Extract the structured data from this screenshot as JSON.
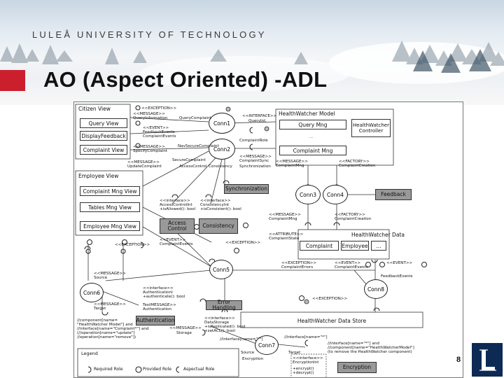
{
  "slide": {
    "university": "LULEÅ UNIVERSITY OF TECHNOLOGY",
    "title": "AO (Aspect Oriented) -ADL",
    "page_number": "8"
  },
  "colors": {
    "accent_red": "#cc1f2e",
    "logo_navy": "#0c2a53",
    "component_gray": "#999999"
  },
  "diagram": {
    "citizen_view": {
      "title": "Citizen View",
      "items": [
        "Query View",
        "DisplayFeedback",
        "Complaint View"
      ]
    },
    "employee_view": {
      "title": "Employee View",
      "items": [
        "Complaint Mng View",
        "Tables Mng View",
        "Employee Mng View"
      ]
    },
    "healthwatcher_model": {
      "title": "HealthWatcher Model",
      "controller": "HealthWatcher Controller",
      "items": [
        "Query Mng",
        "...",
        "Complaint Mng"
      ]
    },
    "healthwatcher_data": {
      "title": "HealthWatcher Data",
      "items": [
        "Complaint",
        "Employee",
        "..."
      ]
    },
    "data_store": "HealthWatcher Data Store",
    "connectors": [
      "Conn1",
      "Conn2",
      "Conn3",
      "Conn4",
      "Conn5",
      "Conn6",
      "Conn7",
      "Conn8"
    ],
    "components": {
      "synchronization": "Synchronization",
      "feedback": "Feedback",
      "access_control": "Access Control",
      "consistency": "Consistency",
      "error_handling": "Error Handling",
      "authentication": "Authentication",
      "encryption": "Encryption"
    },
    "labels": {
      "exception_1": "<<EXCEPTION>>",
      "message_1": "<<MESSAGE>>",
      "query_info": "QueryInformation",
      "query_complaint": "QueryComplaint",
      "interface_1": "<<INTERFACE>>",
      "query_int": "QueryInt",
      "event_1": "<<EVENT>>",
      "feedback_events": "FeedbackEvents",
      "complaint_events": "ComplaintEvents",
      "complaint_role": "ComplaintRole",
      "message_2": "<<MESSAGE>>",
      "specify_complaint": "SpecifyComplaint",
      "nav_secure_complaint": "NavSecureComplaint",
      "message_3": "<<MESSAGE>>",
      "update_complaint": "UpdateComplaint",
      "secure_complaint": "SecureComplaint",
      "access_control_role": "AccessControl",
      "consistency_role": "Consistency",
      "message_4": "<<MESSAGE>>",
      "complaint_sync": "ComplaintSync",
      "synchronization_role": "Synchronization",
      "message_5": "<<MESSAGE>>",
      "complaint_mng_role": "ComplaintMng",
      "factory_1": "<<FACTORY>>",
      "complaint_creation": "ComplaintCreation",
      "interface_2": "<<interface>>",
      "access_control_int": "AccessControlInt",
      "ac_method": "+isAllowed(): bool",
      "interface_3": "<<interface>>",
      "consistency_int": "ConsistencyInt",
      "cons_method": "+isConsistent(): bool",
      "message_6": "<<MESSAGE>>",
      "complaint_mng_2": "ComplaintMng",
      "factory_2": "<<FACTORY>>",
      "complaint_creation_2": "ComplaintCreation",
      "attribute": "<<ATTRIBUTE>>",
      "complaint_state": "ComplaintState",
      "event_2": "<<EVENT>>",
      "complaint_events_2": "ComplaintEvents",
      "exception_2": "<<EXCEPTION>>",
      "exception_3": "<<EXCEPTION>>",
      "exception_4": "<<EXCEPTION>>",
      "complaint_errors": "ComplaintErrors",
      "event_3": "<<EVENT>>",
      "complaint_events_3": "ComplaintEvents",
      "event_4": "<<EVENT>>",
      "feedback_events_2": "FeedbackEvents",
      "message_7": "<<MESSAGE>>",
      "source": "Source",
      "message_8": "<<MESSAGE>>",
      "target": "Target",
      "interface_4": "<<interface>>",
      "authentication_int": "AuthenticationI",
      "auth_method": "+authenticate(): bool",
      "text_message": "TextMESSAGE>>",
      "authentication_role": "Authentication",
      "exception_5": "<<EXCEPTION>>",
      "interface_5": "<<interface>>",
      "data_storage": "DataStorage",
      "ds_method1": "+isReplicated(): bool",
      "ds_method2": "+setACL(): bool",
      "message_9": "<<MESSAGE>>",
      "storage": "Storage",
      "pointcut_1": "//component[name=",
      "pointcut_2": "\"HealthWatcher Model\"] and",
      "pointcut_3": "//interface[name=\"Complaint*\"] and",
      "pointcut_4": "(//operation[name=\"update\"]",
      "pointcut_5": "//operation[name=\"remove\"])",
      "interface_name_1": "//interface[name=\"*\"]",
      "interface_name_2": "//interface[name=\"*\"]",
      "source_2": "Source",
      "target_2": "Target",
      "encryption_role": "Encryption",
      "interface_6": "<<interface>>",
      "encryption_int": "EncryptionInt",
      "enc_m1": "+encrypt()",
      "enc_m2": "+decrypt()",
      "where_1": "//interface[name=\"*\"] and",
      "where_2": "//component[name=\"HealthWatcherModel\"]",
      "where_3": "(to remove the HealthWatcher component)"
    },
    "legend": {
      "title": "Legend",
      "required": "Required Role",
      "provided": "Provided Role",
      "aspectual": "Aspectual Role"
    }
  }
}
